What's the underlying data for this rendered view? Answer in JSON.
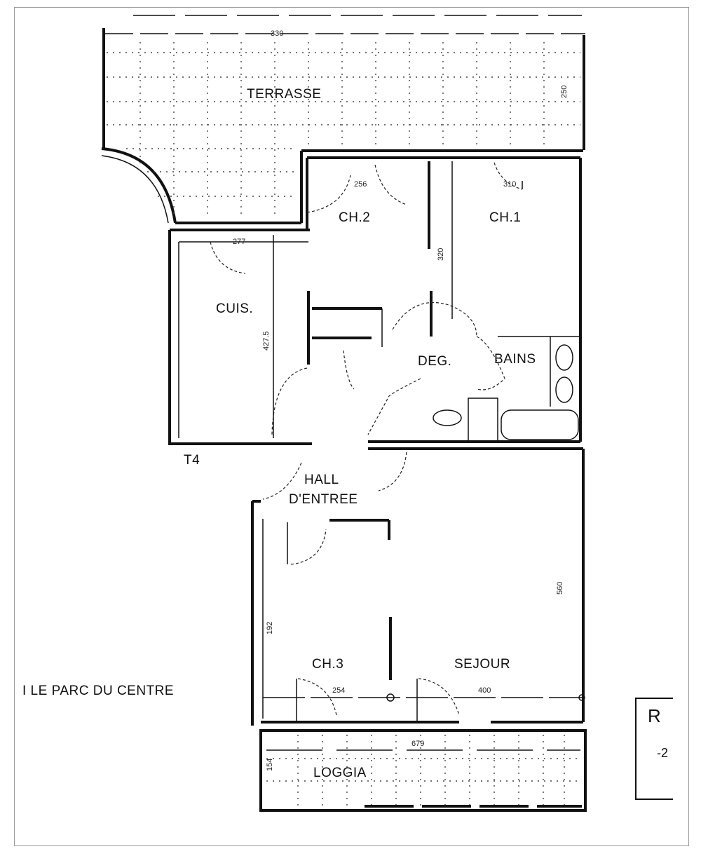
{
  "plan": {
    "rooms": {
      "terrasse": "TERRASSE",
      "ch2": "CH.2",
      "ch1": "CH.1",
      "cuisine": "CUIS.",
      "degagement": "DEG.",
      "bains": "BAINS",
      "hall_line1": "HALL",
      "hall_line2": "D'ENTREE",
      "ch3": "CH.3",
      "sejour": "SEJOUR",
      "loggia": "LOGGIA"
    },
    "unit_type": "T4",
    "project_name": "I LE PARC DU CENTRE",
    "dimensions": {
      "terrasse_width": "330",
      "terrasse_depth": "250",
      "ch2_width": "256",
      "ch1_width": "310",
      "cuisine_width": "277",
      "bedrooms_depth": "320",
      "cuisine_depth": "427.5",
      "sejour_depth": "560",
      "ch3_depth": "192",
      "ch3_width": "254",
      "sejour_width": "400",
      "loggia_width": "679",
      "loggia_depth": "154"
    },
    "side_box": {
      "line1": "R",
      "line2": "-2"
    }
  }
}
